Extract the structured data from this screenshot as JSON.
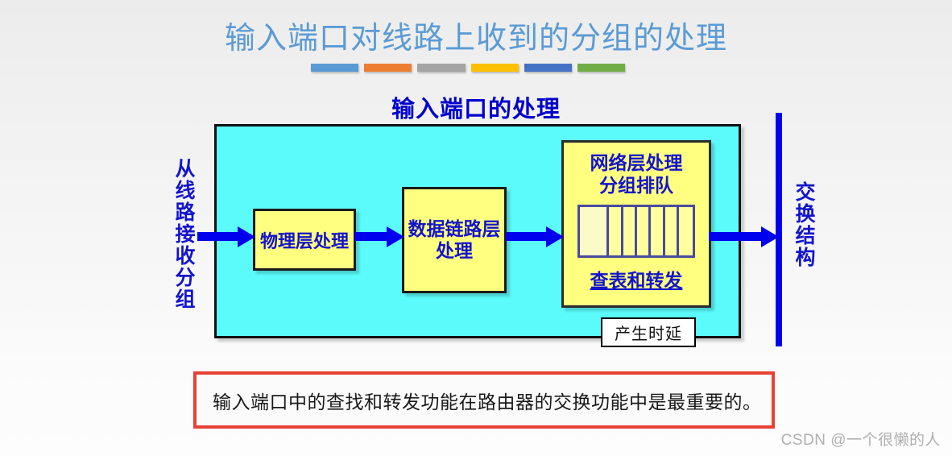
{
  "slide": {
    "title": "输入端口对线路上收到的分组的处理",
    "title_color": "#5B9BD5",
    "background_top": "#ECECEC",
    "background_bottom": "#FDFDFD",
    "accent_bars": [
      {
        "name": "bar-blue-light",
        "color": "#5B9BD5"
      },
      {
        "name": "bar-orange",
        "color": "#ED7D31"
      },
      {
        "name": "bar-gray",
        "color": "#A5A5A5"
      },
      {
        "name": "bar-yellow",
        "color": "#FFC000"
      },
      {
        "name": "bar-blue-dark",
        "color": "#4472C4"
      },
      {
        "name": "bar-green",
        "color": "#70AD47"
      }
    ]
  },
  "diagram": {
    "heading": "输入端口的处理",
    "heading_color": "#0000CC",
    "panel_color": "#5CFBFB",
    "label_left": "从线路接收分组",
    "label_right": "交换结构",
    "boxes": [
      {
        "name": "physical-layer",
        "label": "物理层处理"
      },
      {
        "name": "data-link-layer",
        "line1": "数据链路层",
        "line2": "处理"
      },
      {
        "name": "network-layer",
        "line1": "网络层处理",
        "line2": "分组排队",
        "footer": "查表和转发",
        "queue_cells": 7,
        "queue_empty_slots": 1
      }
    ],
    "box_fill": "#FFFF80",
    "arrow_color": "#0000EE",
    "arrows": [
      {
        "name": "arrow-line-to-physical"
      },
      {
        "name": "arrow-physical-to-datalink"
      },
      {
        "name": "arrow-datalink-to-network"
      },
      {
        "name": "arrow-network-to-fabric"
      }
    ],
    "delay_callout": "产生时延"
  },
  "summary": {
    "text": "输入端口中的查找和转发功能在路由器的交换功能中是最重要的。",
    "border_color": "#E84035"
  },
  "watermark": {
    "text": "CSDN @一个很懒的人"
  }
}
